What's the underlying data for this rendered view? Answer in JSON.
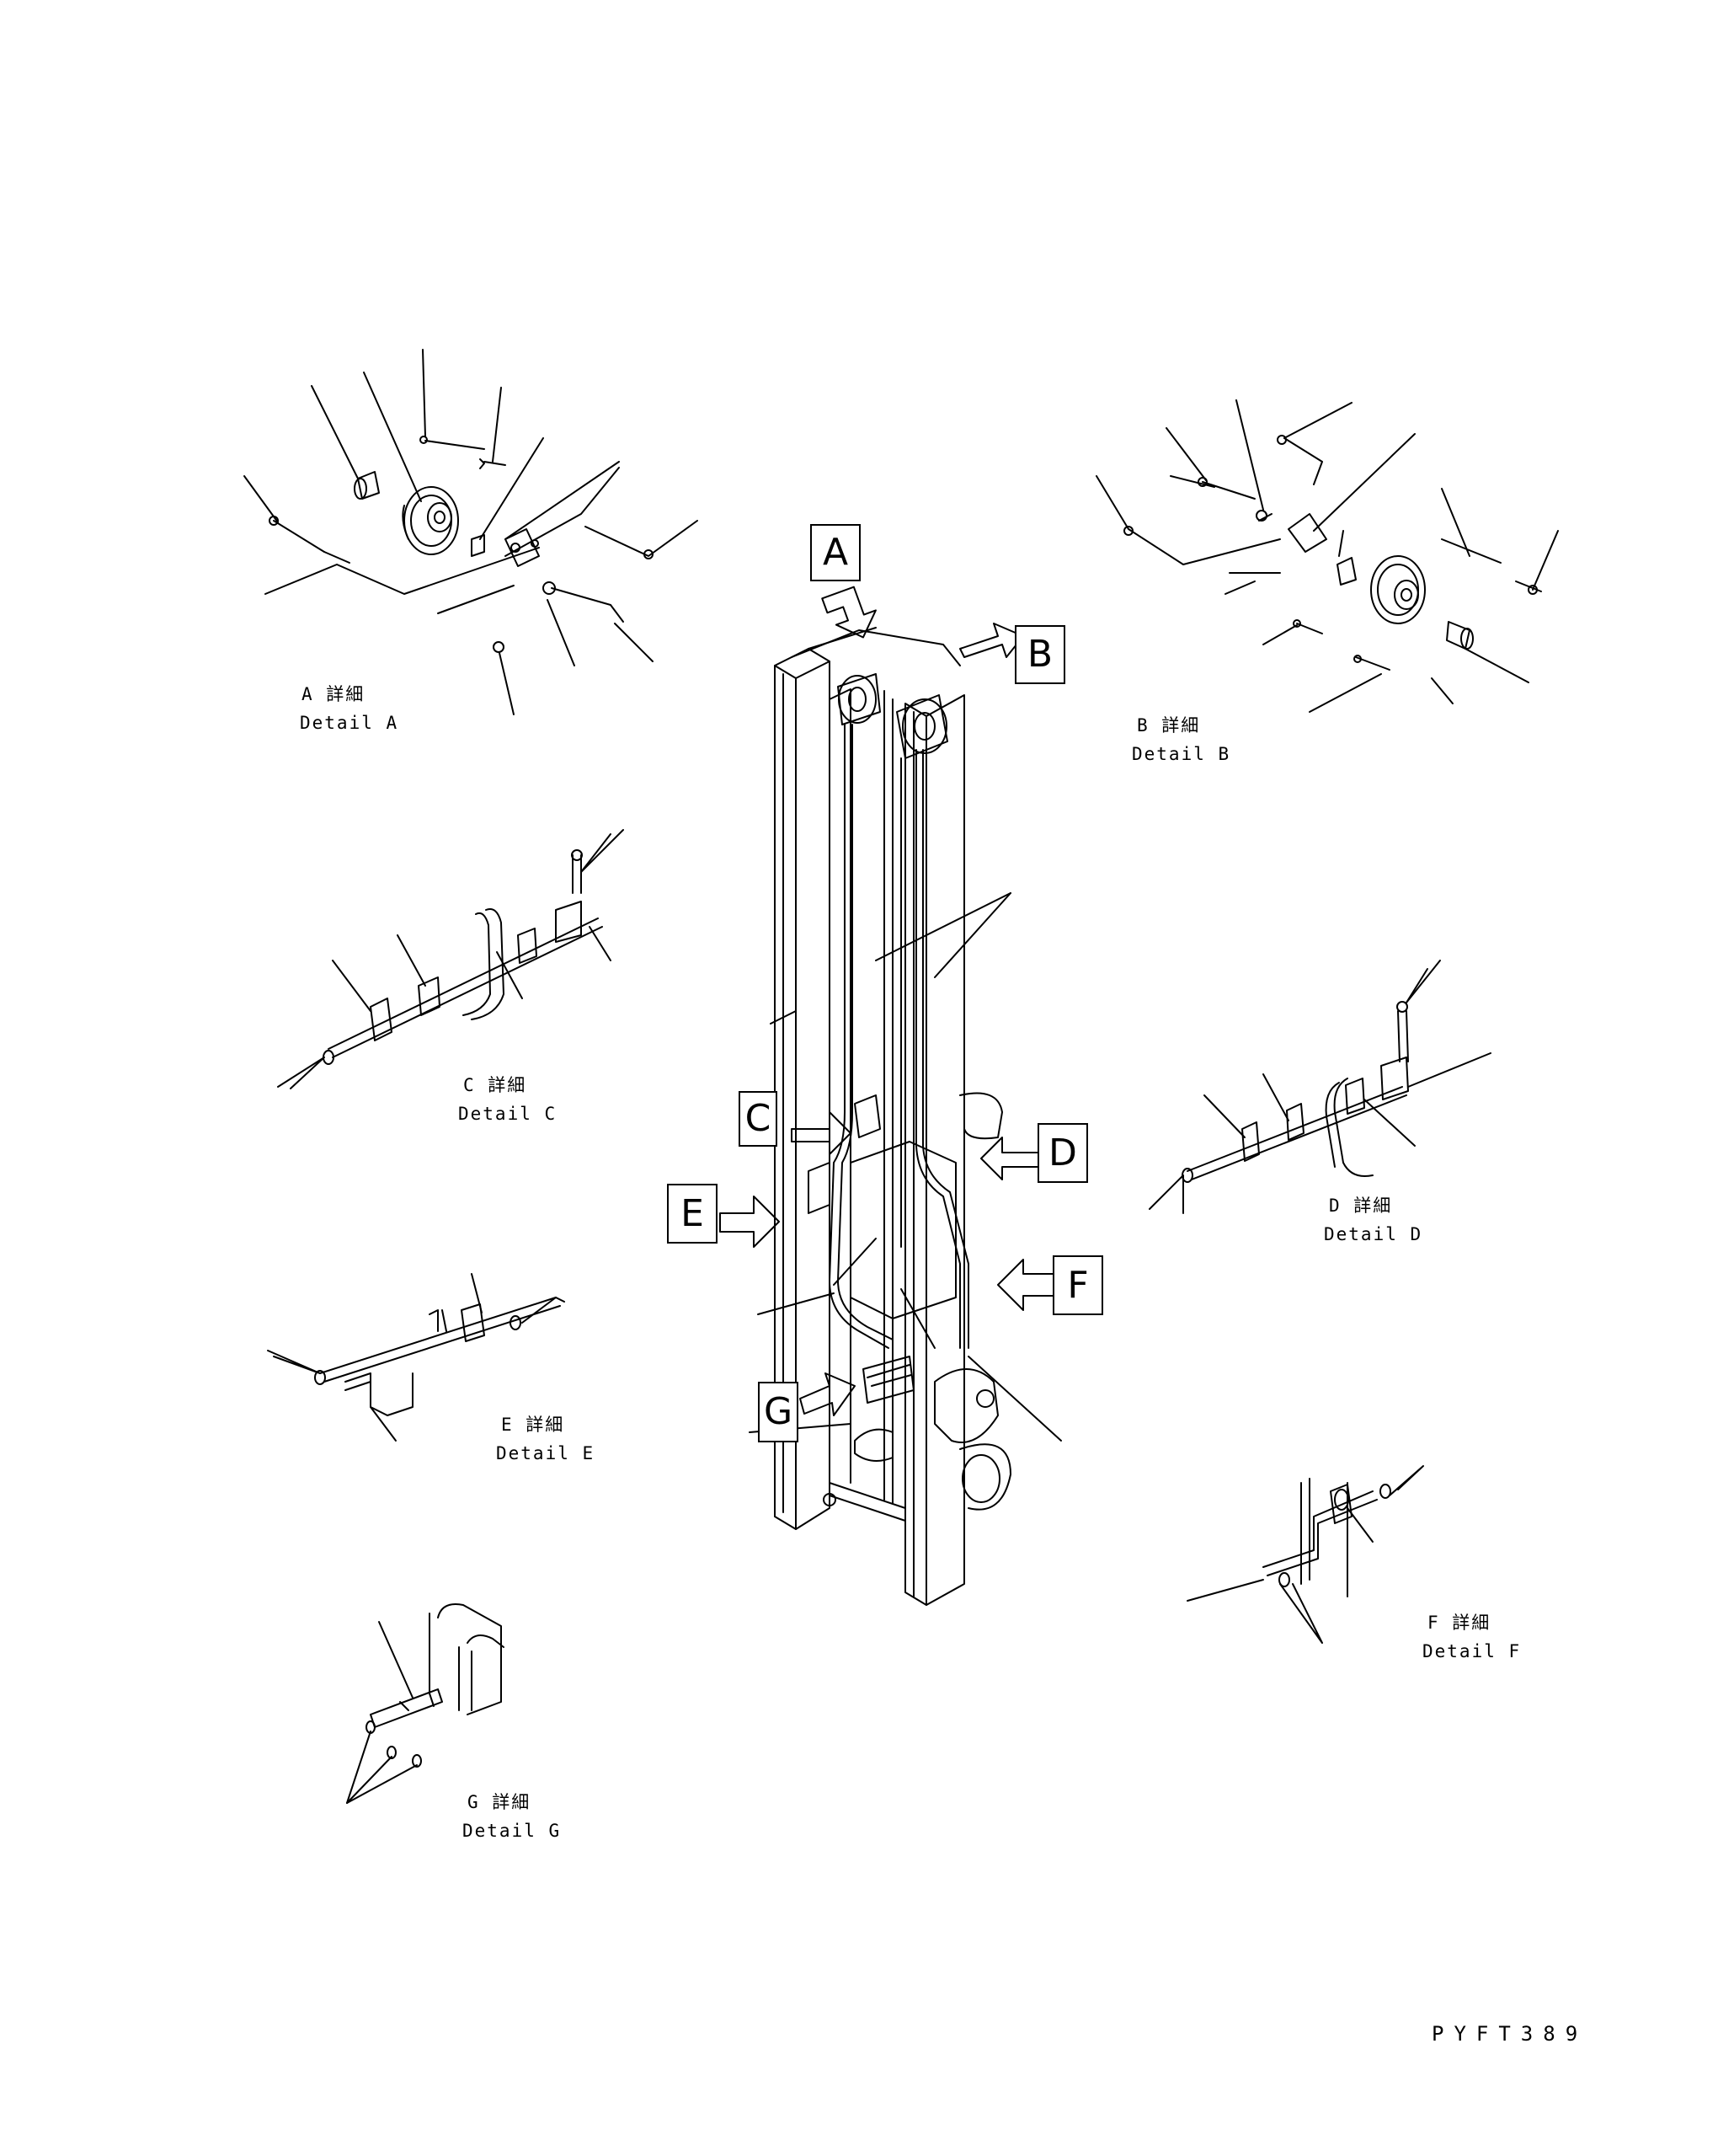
{
  "callouts": [
    "A",
    "B",
    "C",
    "D",
    "E",
    "F",
    "G"
  ],
  "details": [
    {
      "jp": "A 詳細",
      "en": "Detail A"
    },
    {
      "jp": "B 詳細",
      "en": "Detail B"
    },
    {
      "jp": "C 詳細",
      "en": "Detail C"
    },
    {
      "jp": "D 詳細",
      "en": "Detail D"
    },
    {
      "jp": "E 詳細",
      "en": "Detail E"
    },
    {
      "jp": "F 詳細",
      "en": "Detail F"
    },
    {
      "jp": "G 詳細",
      "en": "Detail G"
    }
  ],
  "document_number": "PYFT389"
}
